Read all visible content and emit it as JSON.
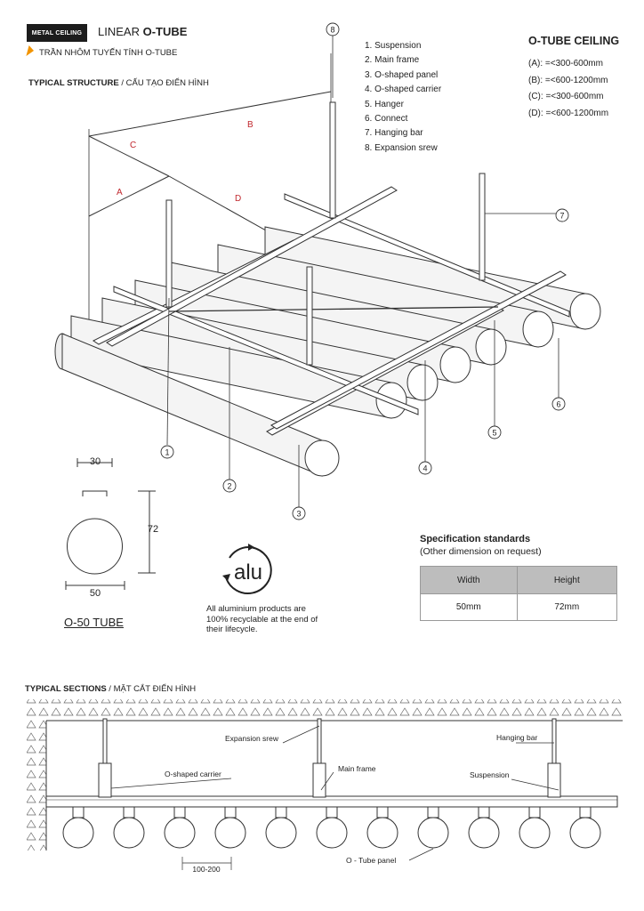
{
  "header": {
    "badge": "METAL CEILING",
    "title_light": "LINEAR ",
    "title_bold": "O-TUBE",
    "subtitle": "TRẦN NHÔM TUYẾN TÍNH O-TUBE"
  },
  "structure_section": {
    "title_bold": "TYPICAL STRUCTURE",
    "title_rest": " / CẤU TẠO ĐIỂN HÌNH"
  },
  "legend": [
    "1. Suspension",
    "2. Main frame",
    "3. O-shaped panel",
    "4. O-shaped carrier",
    "5. Hanger",
    "6. Connect",
    "7. Hanging bar",
    "8. Expansion srew"
  ],
  "o_tube_ceiling": {
    "title": "O-TUBE CEILING",
    "items": [
      "(A): =<300-600mm",
      "(B): =<600-1200mm",
      "(C): =<300-600mm",
      "(D): =<600-1200mm"
    ]
  },
  "dimension_letters": {
    "a": "A",
    "b": "B",
    "c": "C",
    "d": "D"
  },
  "callouts": [
    "1",
    "2",
    "3",
    "4",
    "5",
    "6",
    "7",
    "8"
  ],
  "tube_profile": {
    "top": "30",
    "height": "72",
    "width": "50",
    "caption": "O-50 TUBE"
  },
  "alu": {
    "logo": "alu",
    "text": "All aluminium products are 100% recyclable at the end of their lifecycle."
  },
  "spec": {
    "title": "Specification standards",
    "subtitle": "(Other dimension on request)",
    "headers": [
      "Width",
      "Height"
    ],
    "values": [
      "50mm",
      "72mm"
    ]
  },
  "sections": {
    "title_bold": "TYPICAL SECTIONS",
    "title_rest": " / MẶT CẮT ĐIỂN HÌNH",
    "labels": {
      "expansion": "Expansion srew",
      "hanging_bar": "Hanging bar",
      "main_frame": "Main frame",
      "o_carrier": "O-shaped carrier",
      "suspension": "Suspension",
      "panel": "O - Tube panel",
      "spacing": "100-200"
    }
  },
  "colors": {
    "accent": "#f29400",
    "letters": "#c0272d",
    "ink": "#222222"
  }
}
